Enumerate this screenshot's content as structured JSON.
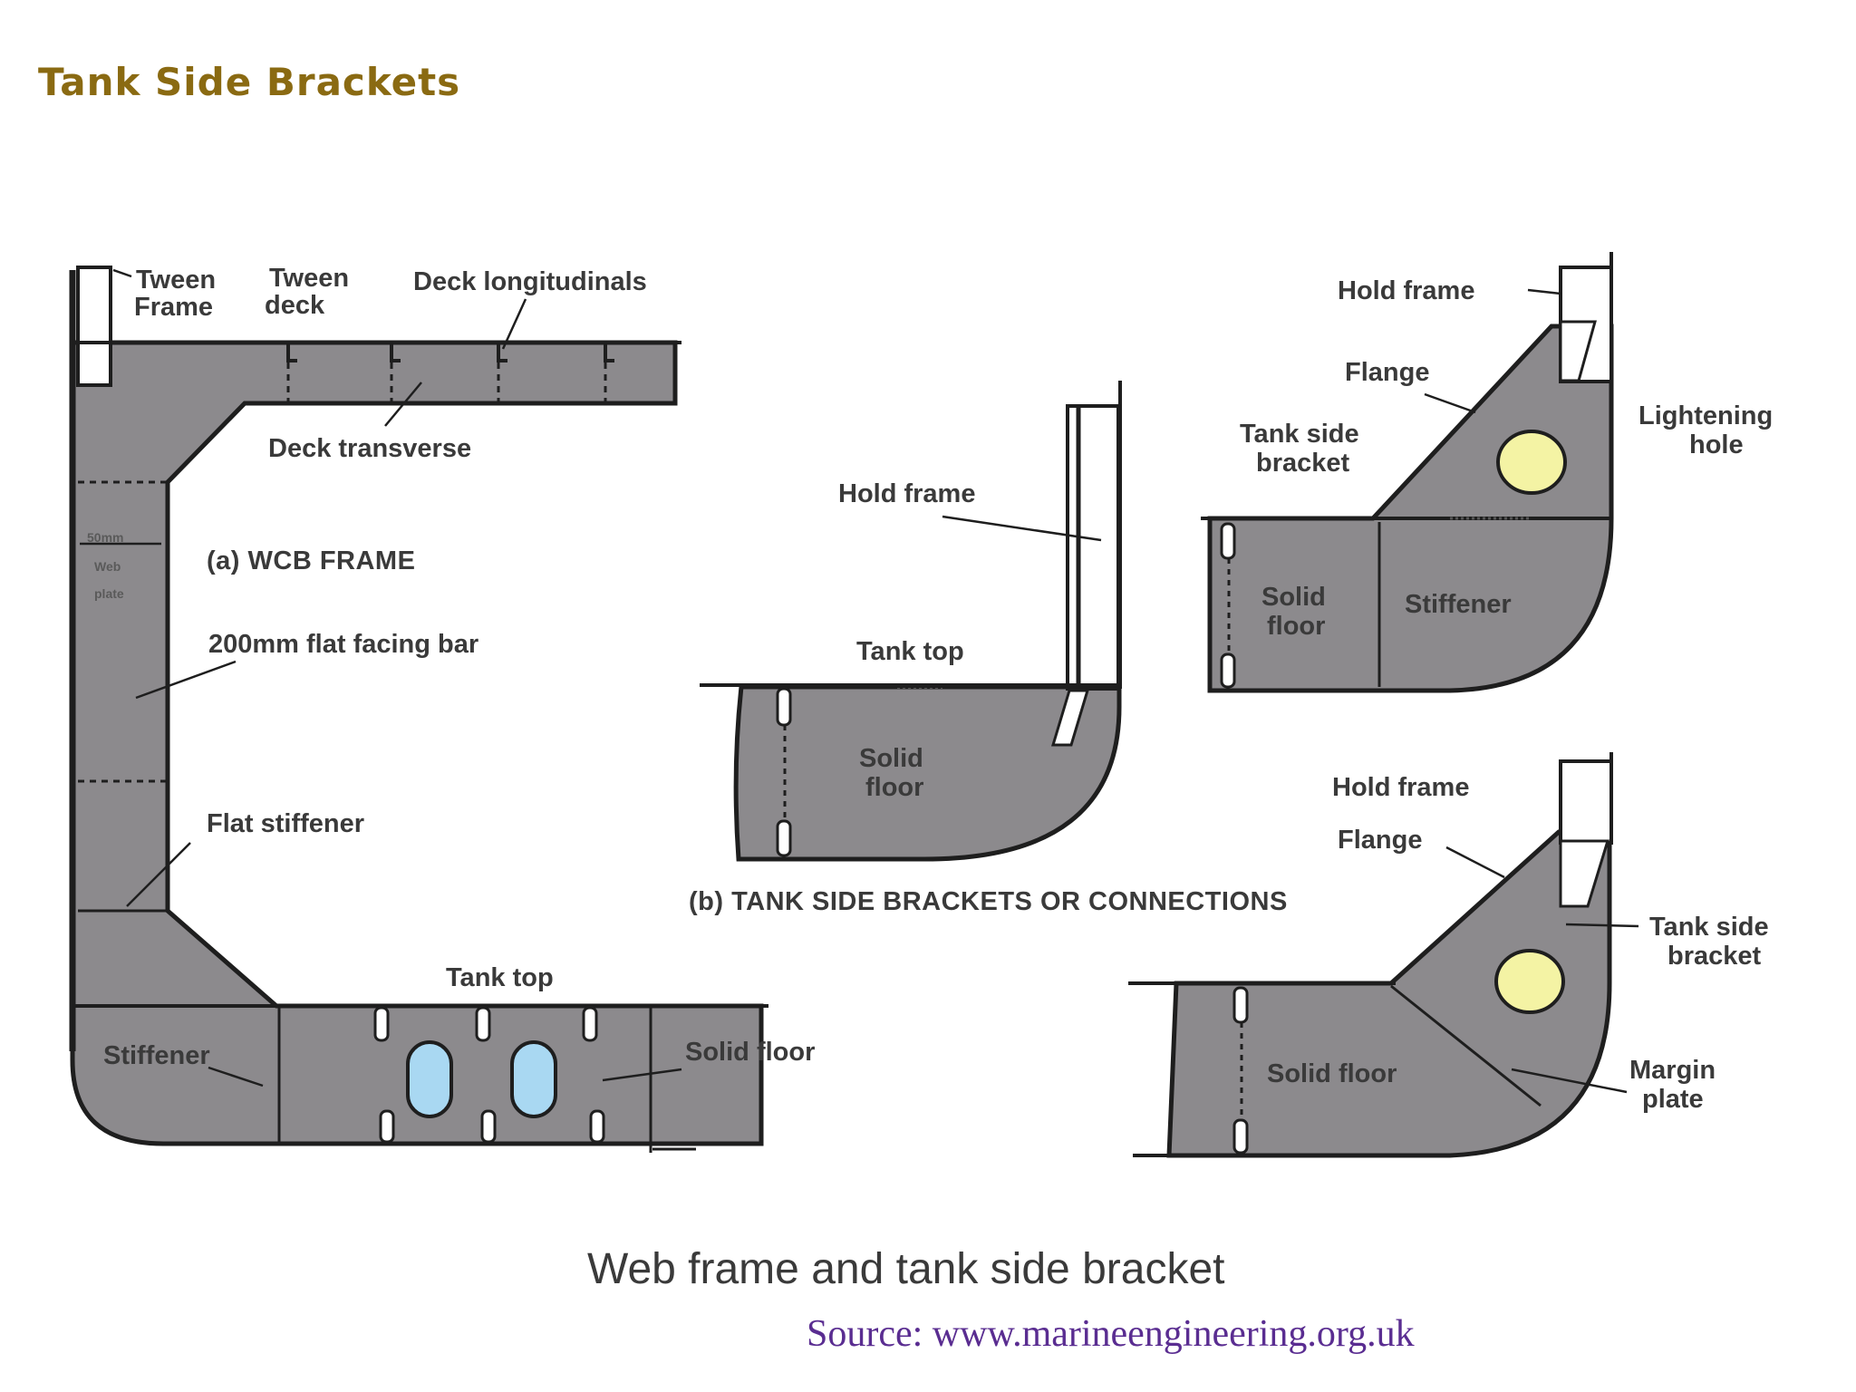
{
  "title": "Tank Side Brackets",
  "diagram": {
    "caption": "Web frame and tank side bracket",
    "part_a": {
      "heading": "(a) WCB FRAME",
      "labels": {
        "tween_frame": [
          "Tween",
          "Frame"
        ],
        "tween_deck": [
          "Tween",
          "deck"
        ],
        "deck_longitudinals": "Deck longitudinals",
        "deck_transverse": "Deck transverse",
        "web_plate": [
          "50mm",
          "Web",
          "plate"
        ],
        "facing_bar": "200mm flat facing bar",
        "flat_stiffener": "Flat stiffener",
        "tank_top": "Tank top",
        "stiffener": "Stiffener",
        "solid_floor": "Solid floor"
      }
    },
    "part_b": {
      "heading": "(b) TANK SIDE BRACKETS OR CONNECTIONS",
      "middle": {
        "hold_frame": "Hold frame",
        "tank_top": "Tank top",
        "solid_floor": [
          "Solid",
          "floor"
        ]
      },
      "top_right": {
        "hold_frame": "Hold frame",
        "flange": "Flange",
        "tank_side_bracket": [
          "Tank side",
          "bracket"
        ],
        "lightening_hole": [
          "Lightening",
          "hole"
        ],
        "solid_floor": [
          "Solid",
          "floor"
        ],
        "stiffener": "Stiffener"
      },
      "bottom_right": {
        "hold_frame": "Hold frame",
        "flange": "Flange",
        "tank_side_bracket": [
          "Tank side",
          "bracket"
        ],
        "solid_floor": "Solid floor",
        "margin_plate": [
          "Margin",
          "plate"
        ]
      }
    }
  },
  "source": "Source: www.marineengineering.org.uk",
  "colors": {
    "title": "#8a6a12",
    "plate": "#8c8a8d",
    "outline": "#1e1e1e",
    "hole_yellow": "#f4f3a4",
    "hole_blue": "#a9d8f2",
    "source": "#5a2d91"
  }
}
